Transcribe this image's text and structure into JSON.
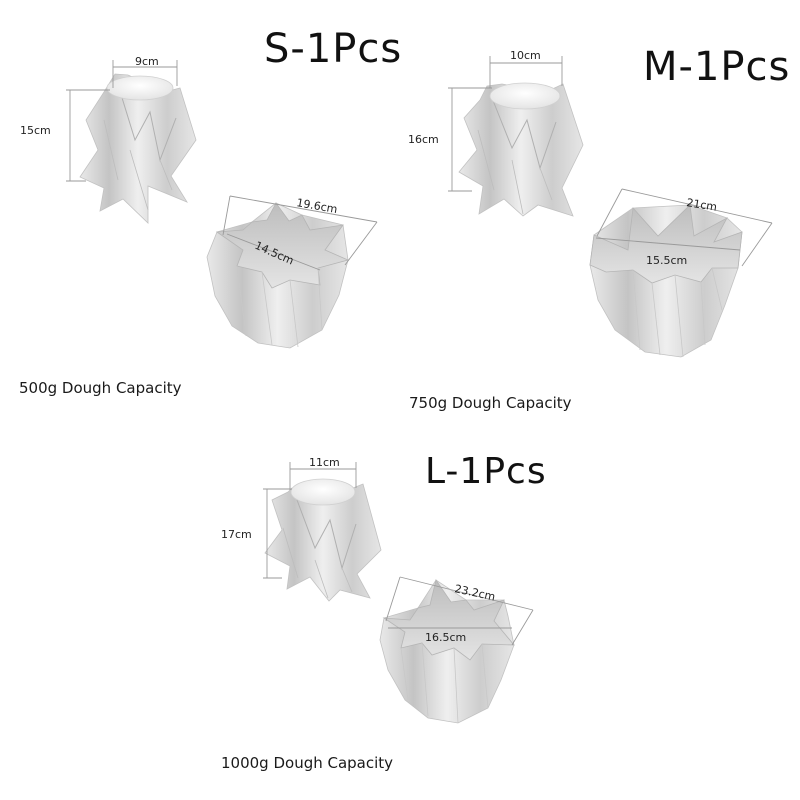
{
  "sizes": {
    "small": {
      "title": "S-1Pcs",
      "caption": "500g Dough Capacity",
      "top_diameter": "9cm",
      "height": "15cm",
      "outer_diameter": "19.6cm",
      "inner_diameter": "14.5cm"
    },
    "medium": {
      "title": "M-1Pcs",
      "caption": "750g Dough Capacity",
      "top_diameter": "10cm",
      "height": "16cm",
      "outer_diameter": "21cm",
      "inner_diameter": "15.5cm"
    },
    "large": {
      "title": "L-1Pcs",
      "caption": "1000g Dough Capacity",
      "top_diameter": "11cm",
      "height": "17cm",
      "outer_diameter": "23.2cm",
      "inner_diameter": "16.5cm"
    }
  },
  "colors": {
    "metal_light": "#f2f2f2",
    "metal_mid": "#d8d8d8",
    "metal_dark": "#b9b9b9",
    "dimension_line": "#9a9a9a"
  }
}
